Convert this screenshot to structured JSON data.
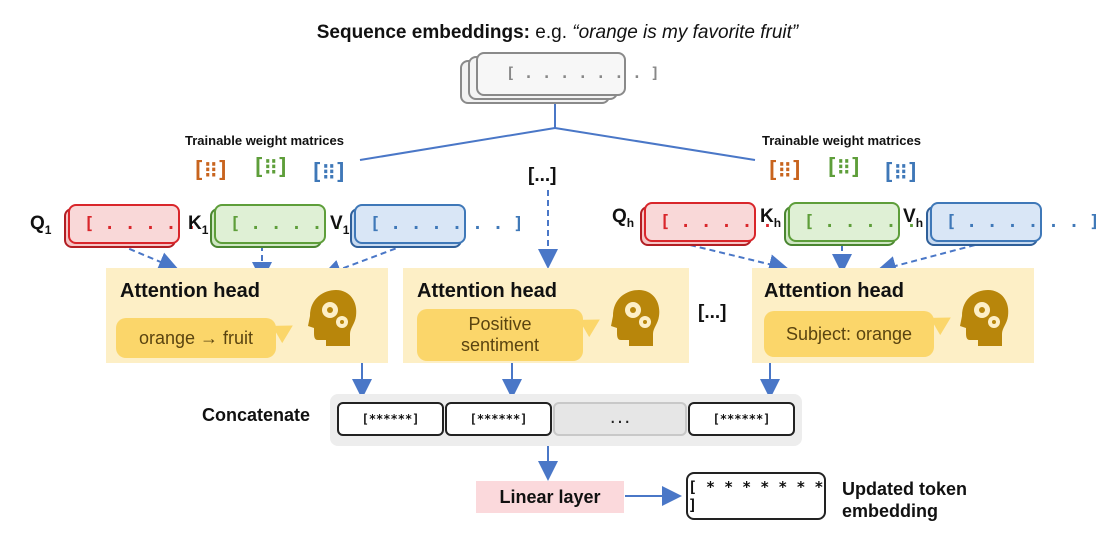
{
  "title": {
    "prefix": "Sequence embeddings:",
    "eg": "e.g.",
    "example": "“orange is my favorite fruit”"
  },
  "sequence_vector": "[ . . . . . . . ]",
  "left_group": {
    "matrices_title": "Trainable weight matrices",
    "q_label": "Q",
    "q_sub": "1",
    "k_label": "K",
    "k_sub": "1",
    "v_label": "V",
    "v_sub": "1",
    "vector": "[ . . . . . . ]"
  },
  "right_group": {
    "matrices_title": "Trainable weight matrices",
    "q_label": "Q",
    "q_sub": "h",
    "k_label": "K",
    "k_sub": "h",
    "v_label": "V",
    "v_sub": "h",
    "vector": "[ . . . . . . ]"
  },
  "middle_ellipsis": "[...]",
  "heads_ellipsis": "[...]",
  "heads": [
    {
      "title": "Attention head",
      "bubble": "orange → fruit"
    },
    {
      "title": "Attention head",
      "bubble": "Positive sentiment"
    },
    {
      "title": "Attention head",
      "bubble": "Subject: orange"
    }
  ],
  "concat": {
    "label": "Concatenate",
    "cells": [
      "[******]",
      "[******]",
      "...",
      "[******]"
    ]
  },
  "linear": {
    "label": "Linear layer"
  },
  "output": {
    "vector": "[ * * * * * * * ]",
    "label": "Updated token embedding"
  },
  "colors": {
    "q": "#d9262b",
    "k": "#5e9e3a",
    "v": "#3f78b8",
    "w_orange": "#c8641e",
    "head_bg": "#fdefc6",
    "bubble": "#fbd66a",
    "arrow": "#4a77c7",
    "linear_bg": "#fbd9dc"
  },
  "icons": [
    "brain-gears-icon"
  ]
}
